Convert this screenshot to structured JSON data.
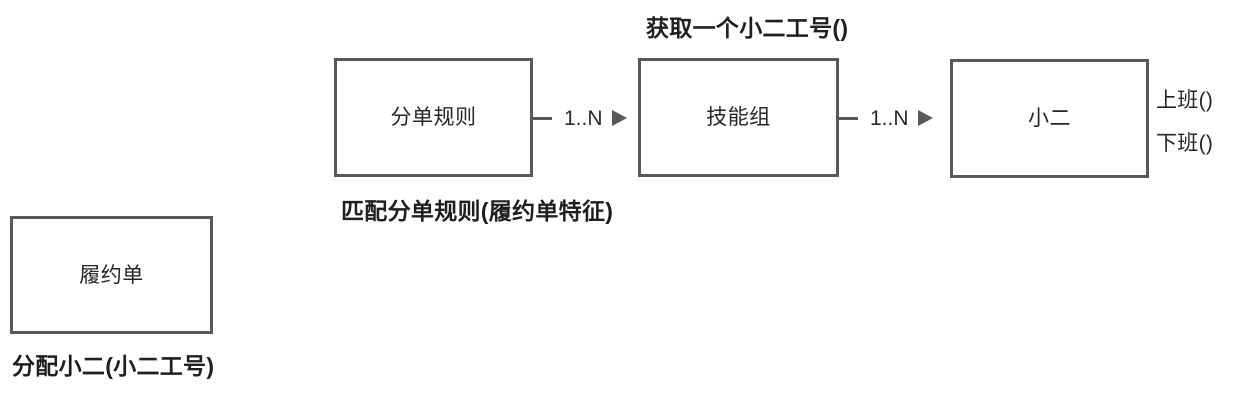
{
  "diagram": {
    "title_annotation": "获取一个小二工号()",
    "background_color": "#ffffff",
    "stroke_color": "#595959",
    "text_color": "#262626",
    "entities": [
      {
        "id": "rule",
        "label": "分单规则"
      },
      {
        "id": "skill",
        "label": "技能组"
      },
      {
        "id": "agent",
        "label": "小二"
      },
      {
        "id": "order",
        "label": "履约单"
      }
    ],
    "connectors": [
      {
        "id": "rule-skill",
        "multiplicity": "1..N",
        "from": "分单规则",
        "to": "技能组"
      },
      {
        "id": "skill-agent",
        "multiplicity": "1..N",
        "from": "技能组",
        "to": "小二"
      }
    ],
    "annotations": [
      {
        "id": "get-agent-id",
        "text": "获取一个小二工号()",
        "style": "bold"
      },
      {
        "id": "match-rule",
        "text": "匹配分单规则(履约单特征)",
        "style": "bold"
      },
      {
        "id": "assign-agent",
        "text": "分配小二(小二工号)",
        "style": "bold"
      }
    ],
    "agent_methods": [
      {
        "id": "on-duty",
        "text": "上班()"
      },
      {
        "id": "off-duty",
        "text": "下班()"
      }
    ]
  }
}
